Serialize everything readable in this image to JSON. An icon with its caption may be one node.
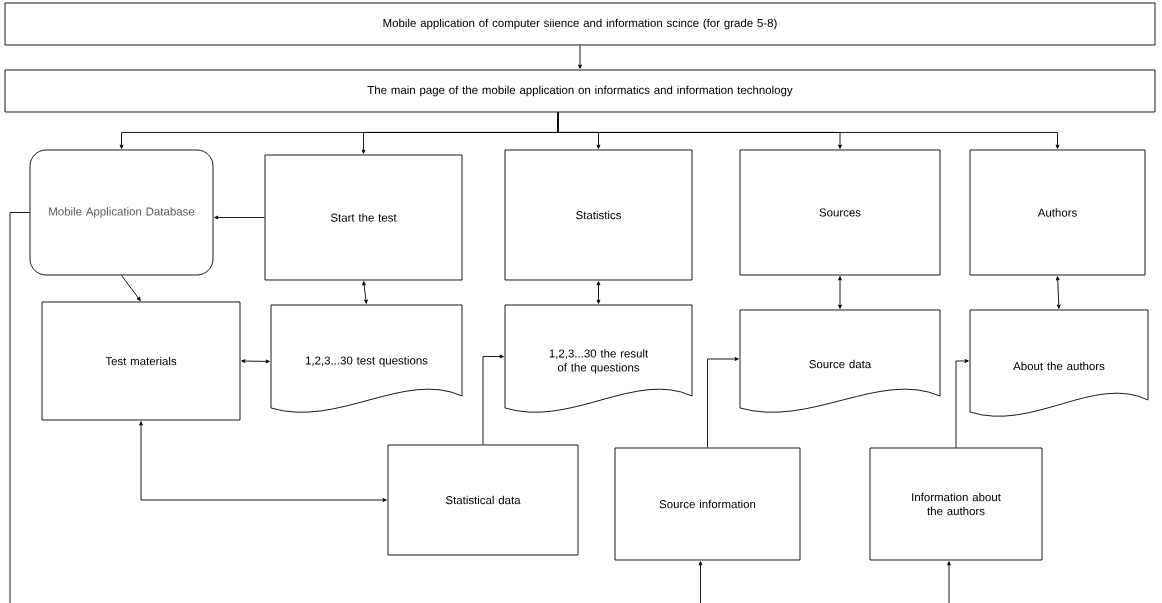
{
  "diagram": {
    "nodes": [
      {
        "text": [
          "Mobile application of computer siience and information scince (for grade 5-8)"
        ]
      },
      {
        "text": [
          "The main page of the mobile application on informatics and information technology"
        ]
      },
      {
        "text": [
          "Mobile Application Database"
        ]
      },
      {
        "text": [
          "Start the test"
        ]
      },
      {
        "text": [
          "Statistics"
        ]
      },
      {
        "text": [
          "Sources"
        ]
      },
      {
        "text": [
          "Authors"
        ]
      },
      {
        "text": [
          "Test materials"
        ]
      },
      {
        "text": [
          "1,2,3...30 test questions"
        ]
      },
      {
        "text": [
          "1,2,3...30 the result of the questions"
        ]
      },
      {
        "text": [
          "Source data"
        ]
      },
      {
        "text": [
          "About the authors"
        ]
      },
      {
        "text": [
          "Statistical data"
        ]
      },
      {
        "text": [
          "Source information"
        ]
      },
      {
        "text": [
          "Information about the authors"
        ]
      }
    ],
    "edges": [
      {
        "from": 0,
        "to": 1,
        "arrow": "to"
      },
      {
        "from": 1,
        "to": 2,
        "arrow": "to"
      },
      {
        "from": 1,
        "to": 3,
        "arrow": "to"
      },
      {
        "from": 1,
        "to": 4,
        "arrow": "to"
      },
      {
        "from": 1,
        "to": 5,
        "arrow": "to"
      },
      {
        "from": 1,
        "to": 6,
        "arrow": "to"
      },
      {
        "from": 3,
        "to": 2,
        "arrow": "to"
      },
      {
        "from": 2,
        "to": 7,
        "arrow": "to"
      },
      {
        "from": 3,
        "to": 8,
        "arrow": "both"
      },
      {
        "from": 4,
        "to": 9,
        "arrow": "both"
      },
      {
        "from": 5,
        "to": 10,
        "arrow": "both"
      },
      {
        "from": 6,
        "to": 11,
        "arrow": "both"
      },
      {
        "from": 7,
        "to": 8,
        "arrow": "both"
      },
      {
        "from": 7,
        "to": 12,
        "arrow": "both"
      },
      {
        "from": 12,
        "to": 9,
        "arrow": "to"
      },
      {
        "from": 13,
        "to": 10,
        "arrow": "to"
      },
      {
        "from": 14,
        "to": 11,
        "arrow": "to"
      },
      {
        "from": null,
        "to": 13,
        "arrow": "to"
      },
      {
        "from": null,
        "to": 14,
        "arrow": "to"
      },
      {
        "from": null,
        "to": 2,
        "arrow": "none"
      }
    ]
  }
}
